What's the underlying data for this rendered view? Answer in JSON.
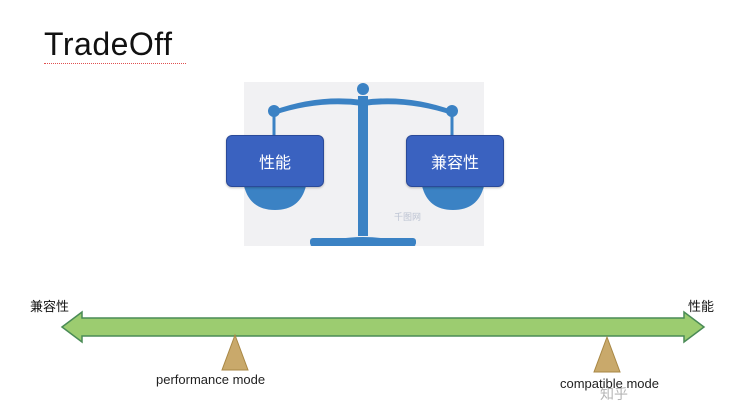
{
  "title": "TradeOff",
  "scale": {
    "left_pan_label": "性能",
    "right_pan_label": "兼容性",
    "watermark": "千图网"
  },
  "axis": {
    "left_label": "兼容性",
    "right_label": "性能"
  },
  "modes": {
    "performance": "performance mode",
    "compatible": "compatible mode"
  },
  "watermark": "知乎",
  "colors": {
    "arrow_fill": "#9ccc70",
    "arrow_stroke": "#4a8b56",
    "scale_blue": "#3b82c4",
    "pan_box": "#3a62c0",
    "fulcrum": "#c9a96b",
    "scale_bg": "#f1f1f3"
  }
}
